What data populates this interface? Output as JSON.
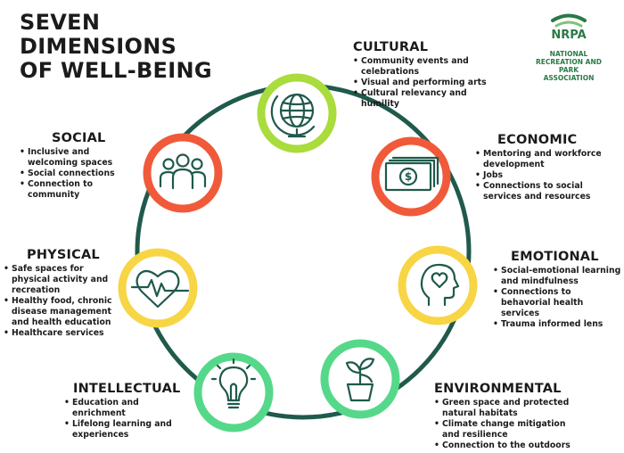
{
  "title_lines": [
    "SEVEN",
    "DIMENSIONS",
    "OF WELL-BEING"
  ],
  "logo": {
    "acronym": "NRPA",
    "org_lines": [
      "NATIONAL",
      "RECREATION AND PARK",
      "ASSOCIATION"
    ],
    "color": "#2a7a45"
  },
  "colors": {
    "ring": "#1f5a4c",
    "lime": "#a9dc3c",
    "coral": "#f05a3a",
    "yellow": "#f7d545",
    "mint": "#56d88a",
    "icon": "#1f5a4c"
  },
  "dimensions": [
    {
      "title": "CULTURAL",
      "icon": "globe-icon",
      "ring_color": "#a9dc3c",
      "items": [
        "Community events and celebrations",
        "Visual and performing arts",
        "Cultural relevancy and humility"
      ]
    },
    {
      "title": "ECONOMIC",
      "icon": "dollar-bill-icon",
      "ring_color": "#f05a3a",
      "items": [
        "Mentoring and workforce development",
        "Jobs",
        "Connections to social services and resources"
      ]
    },
    {
      "title": "EMOTIONAL",
      "icon": "head-heart-icon",
      "ring_color": "#f7d545",
      "items": [
        "Social-emotional learning and mindfulness",
        "Connections to behavorial health services",
        "Trauma informed lens"
      ]
    },
    {
      "title": "ENVIRONMENTAL",
      "icon": "potted-plant-icon",
      "ring_color": "#56d88a",
      "items": [
        "Green space and protected natural habitats",
        "Climate change mitigation and resilience",
        "Connection to the outdoors"
      ]
    },
    {
      "title": "INTELLECTUAL",
      "icon": "lightbulb-icon",
      "ring_color": "#56d88a",
      "items": [
        "Education and enrichment",
        "Lifelong learning and experiences"
      ]
    },
    {
      "title": "PHYSICAL",
      "icon": "heart-pulse-icon",
      "ring_color": "#f7d545",
      "items": [
        "Safe spaces for physical activity and recreation",
        "Healthy food, chronic disease management and health education",
        "Healthcare services"
      ]
    },
    {
      "title": "SOCIAL",
      "icon": "people-group-icon",
      "ring_color": "#f05a3a",
      "items": [
        "Inclusive and welcoming spaces",
        "Social connections",
        "Connection to community"
      ]
    }
  ]
}
